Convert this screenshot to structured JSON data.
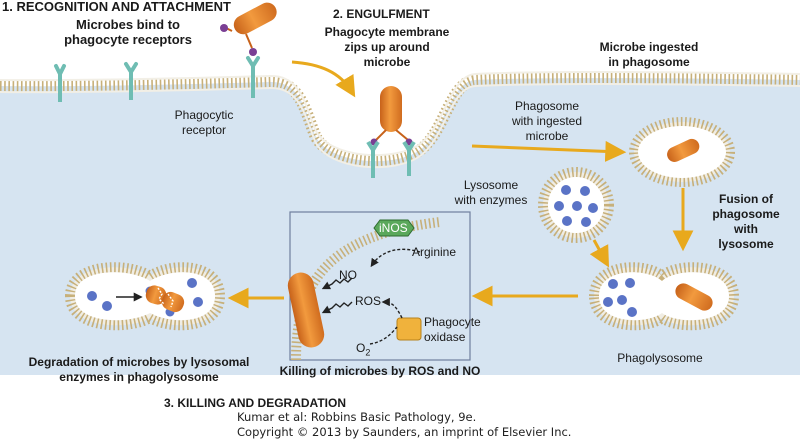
{
  "colors": {
    "cytoplasm": "#d6e4f1",
    "membrane_head": "#f0ede4",
    "membrane_tail": "#c7b07a",
    "microbe": "#e8812a",
    "receptor": "#6fbdb3",
    "ligand": "#7a3f94",
    "enzyme": "#5a73c6",
    "arrow": "#e8a91d",
    "inos": "#5aa85b"
  },
  "steps": {
    "recognition": {
      "heading": "1. RECOGNITION AND ATTACHMENT",
      "caption": "Microbes bind to\nphagocyte receptors",
      "receptor_label": "Phagocytic\nreceptor"
    },
    "engulfment": {
      "heading": "2. ENGULFMENT",
      "caption": "Phagocyte membrane\nzips up around\nmicrobe"
    },
    "ingested": {
      "caption": "Microbe ingested\nin phagosome",
      "phagosome_label": "Phagosome\nwith ingested\nmicrobe",
      "lysosome_label": "Lysosome\nwith enzymes",
      "fusion_label": "Fusion of\nphagosome\nwith\nlysosome",
      "phagolysosome_label": "Phagolysosome"
    },
    "killing": {
      "heading": "3. KILLING AND DEGRADATION",
      "inset_caption": "Killing of microbes by ROS and NO",
      "inos_label": "iNOS",
      "arginine_label": "Arginine",
      "no_label": "NO",
      "ros_label": "ROS",
      "o2_label": "O",
      "o2_subscript": "2",
      "oxidase_label": "Phagocyte\noxidase",
      "degradation_caption": "Degradation of microbes by lysosomal\nenzymes in phagolysosome"
    }
  },
  "credit": {
    "line1": "Kumar et al: Robbins Basic Pathology, 9e.",
    "line2": "Copyright © 2013  by Saunders, an imprint of Elsevier Inc."
  }
}
